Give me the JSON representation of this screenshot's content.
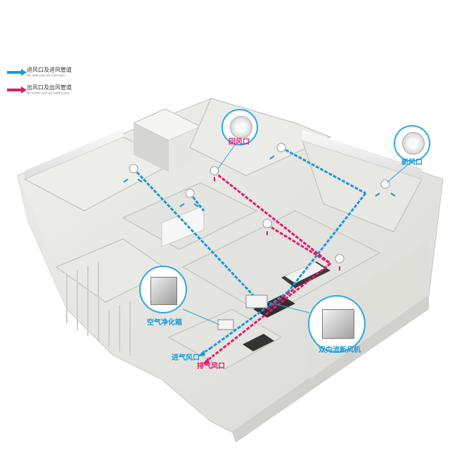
{
  "legend": {
    "inlet": {
      "zh": "进风口及进风管道",
      "en": "Air inlet and air inlet pipe",
      "color": "#1a9ad6"
    },
    "outlet": {
      "zh": "出风口及出风管道",
      "en": "Air outlet and air outlet pipe",
      "color": "#e21b6e"
    }
  },
  "labels": {
    "return_vent": "回风口",
    "fresh_vent": "新风口",
    "purifier_box": "空气净化箱",
    "bidirectional_unit": "双向流新风机",
    "intake_vent": "进气风口",
    "exhaust_vent": "排气风口"
  },
  "colors": {
    "inlet_pipe": "#1a9ad6",
    "outlet_pipe": "#e21b6e",
    "callout_border": "#2aa8e0"
  }
}
